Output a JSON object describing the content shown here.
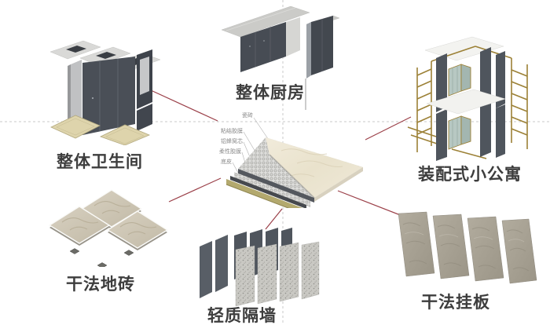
{
  "diagram": {
    "title": "",
    "colors": {
      "background": "#ffffff",
      "connector_red": "#9b4049",
      "guide_dashed_gray": "#c8c8c8",
      "label_text": "#3d3d3d",
      "dark_panel": "#4a4f57",
      "marble_cream": "#ece5d3",
      "gold_frame": "#9c8136",
      "khaki_base": "#b3a96e"
    }
  },
  "components": {
    "bathroom": {
      "label": "整体卫生间"
    },
    "kitchen": {
      "label": "整体厨房"
    },
    "apartment": {
      "label": "装配式小公寓"
    },
    "floor_tile": {
      "label": "干法地砖"
    },
    "partition": {
      "label": "轻质隔墙"
    },
    "hanging_panel": {
      "label": "干法挂板"
    }
  },
  "center_panel": {
    "layer_labels": [
      "瓷砖",
      "粘结胶膜",
      "铝蜂窝芯",
      "柔性胶膜",
      "底皮"
    ]
  }
}
